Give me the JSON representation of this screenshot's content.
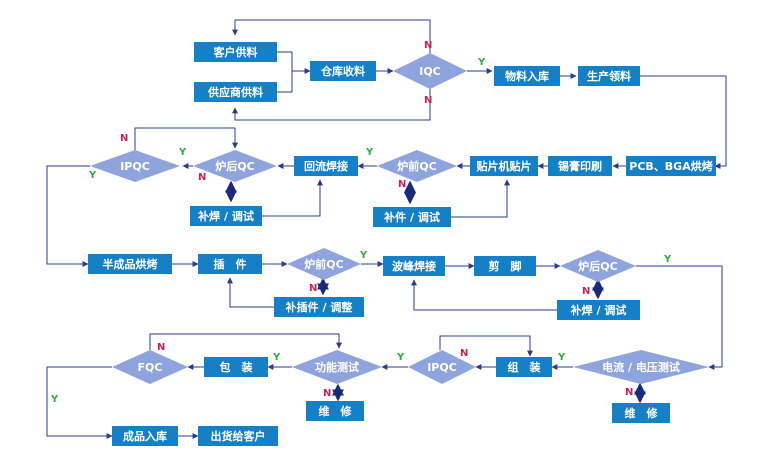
{
  "nodes": {
    "customer_supply": "客户供料",
    "supplier_supply": "供应商供料",
    "warehouse_receive": "仓库收料",
    "iqc": "IQC",
    "material_storage": "物料入库",
    "production_pick": "生产领料",
    "pcb_bga_bake": "PCB、BGA烘烤",
    "solder_print": "锡膏印刷",
    "smt_place": "贴片机贴片",
    "pre_oven_qc_1": "炉前QC",
    "reflow_solder": "回流焊接",
    "post_oven_qc_1": "炉后QC",
    "ipqc_1": "IPQC",
    "repair_debug_1": "补焊 / 调试",
    "replace_debug": "补件 / 调试",
    "semi_bake": "半成品烘烤",
    "insert": "插　件",
    "pre_oven_qc_2": "炉前QC",
    "wave_solder": "波峰焊接",
    "cut_leads": "剪　脚",
    "post_oven_qc_2": "炉后QC",
    "reinsert_adjust": "补插件 / 调整",
    "repair_debug_2": "补焊 / 调试",
    "current_voltage_test": "电流 / 电压测试",
    "assemble": "组　装",
    "ipqc_2": "IPQC",
    "function_test": "功能测试",
    "pack": "包　装",
    "fqc": "FQC",
    "maintain_1": "维　修",
    "maintain_2": "维　修",
    "finished_storage": "成品入库",
    "ship_customer": "出货给客户"
  },
  "edge_labels": {
    "yes": "Y",
    "no": "N"
  },
  "colors": {
    "box": "#1680c7",
    "diamond": "#8fa3dc",
    "line": "#2b3a8f",
    "yes": "#2fae3a",
    "no": "#cc1f5a"
  }
}
